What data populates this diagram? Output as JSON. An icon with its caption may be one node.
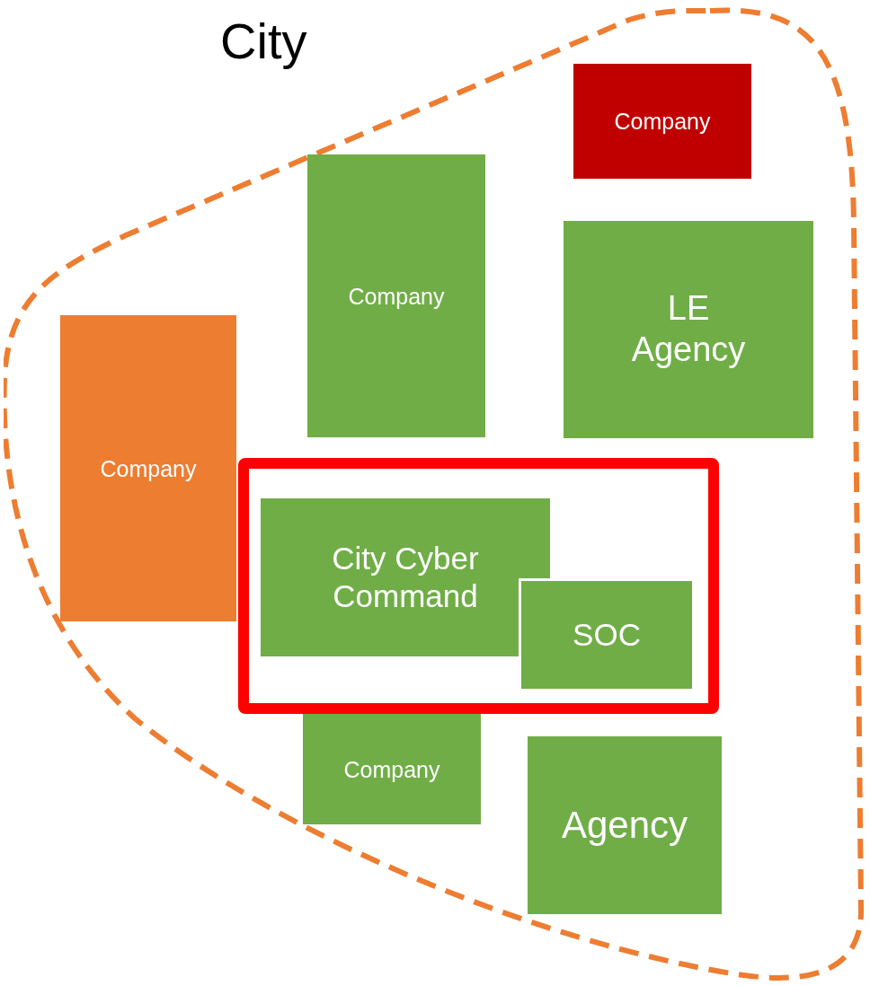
{
  "diagram": {
    "nodes": [
      {
        "text": [
          "City"
        ]
      },
      {
        "text": [
          "Company"
        ],
        "in": 0
      },
      {
        "text": [
          "Company"
        ],
        "in": 0
      },
      {
        "text": [
          "LE Agency"
        ],
        "in": 0
      },
      {
        "text": [
          "Company"
        ],
        "in": 0
      },
      {
        "text": [],
        "shape": "box",
        "in": 0
      },
      {
        "text": [
          "City Cyber Command"
        ],
        "in": 5
      },
      {
        "text": [
          "SOC"
        ],
        "in": 5
      },
      {
        "text": [
          "Company"
        ],
        "in": 0
      },
      {
        "text": [
          "Agency"
        ],
        "in": 0
      }
    ],
    "edges": []
  }
}
